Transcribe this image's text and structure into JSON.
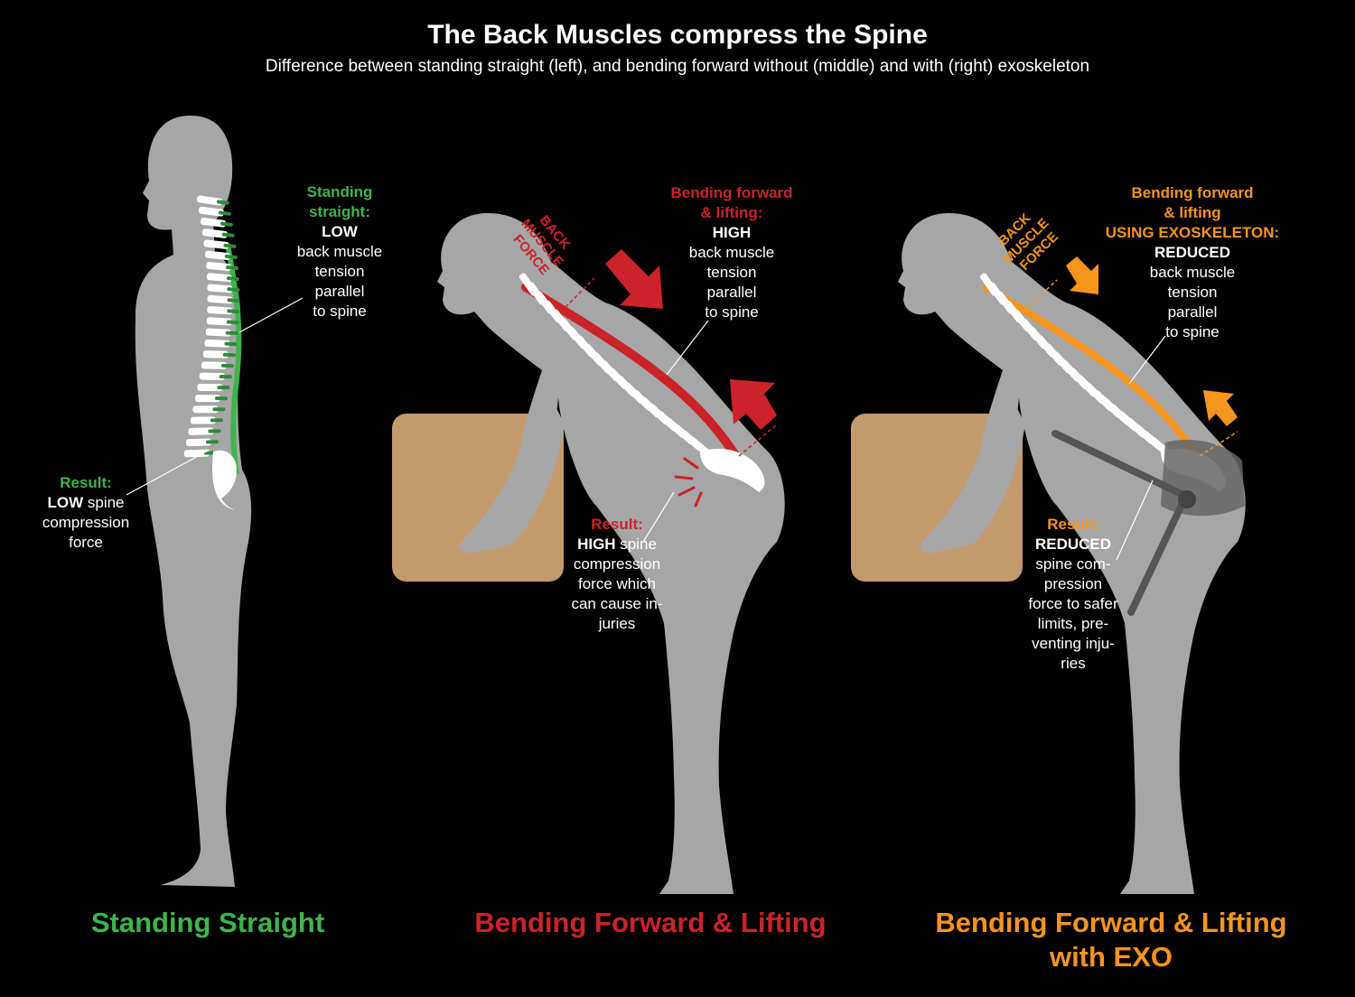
{
  "colors": {
    "background": "#000000",
    "body": "#a6a6a6",
    "box": "#c49a6c",
    "green": "#3db54a",
    "red": "#cc2229",
    "orange": "#f7941d",
    "text": "#ffffff"
  },
  "header": {
    "title": "The Back Muscles compress the Spine",
    "subtitle": "Difference between standing straight (left), and bending forward without (middle) and with (right) exoskeleton"
  },
  "panels": {
    "standing": {
      "caption": "Standing Straight",
      "tension_heading": [
        "Standing",
        "straight:"
      ],
      "tension_level": "LOW",
      "tension_text": [
        "back muscle",
        "tension",
        "parallel",
        "to spine"
      ],
      "result_heading": "Result:",
      "result_level": "LOW",
      "result_text_first": " spine",
      "result_text": [
        "compression",
        "force"
      ]
    },
    "bending": {
      "caption": "Bending Forward & Lifting",
      "force_label": [
        "BACK",
        "MUSCLE",
        "FORCE"
      ],
      "tension_heading": [
        "Bending forward",
        "& lifting:"
      ],
      "tension_level": "HIGH",
      "tension_text": [
        "back muscle",
        "tension",
        "parallel",
        "to spine"
      ],
      "result_heading": "Result:",
      "result_level": "HIGH",
      "result_text_first": " spine",
      "result_text": [
        "compression",
        "force which",
        "can cause in-",
        "juries"
      ]
    },
    "exo": {
      "caption_line1": "Bending Forward & Lifting",
      "caption_line2": "with EXO",
      "force_label": [
        "BACK",
        "MUSCLE",
        "FORCE"
      ],
      "tension_heading": [
        "Bending forward",
        "& lifting",
        "USING EXOSKELETON:"
      ],
      "tension_level": "REDUCED",
      "tension_text": [
        "back muscle",
        "tension",
        "parallel",
        "to spine"
      ],
      "result_heading": "Result:",
      "result_level": "REDUCED",
      "result_text": [
        "spine com-",
        "pression",
        "force to safer",
        "limits, pre-",
        "venting inju-",
        "ries"
      ]
    }
  }
}
